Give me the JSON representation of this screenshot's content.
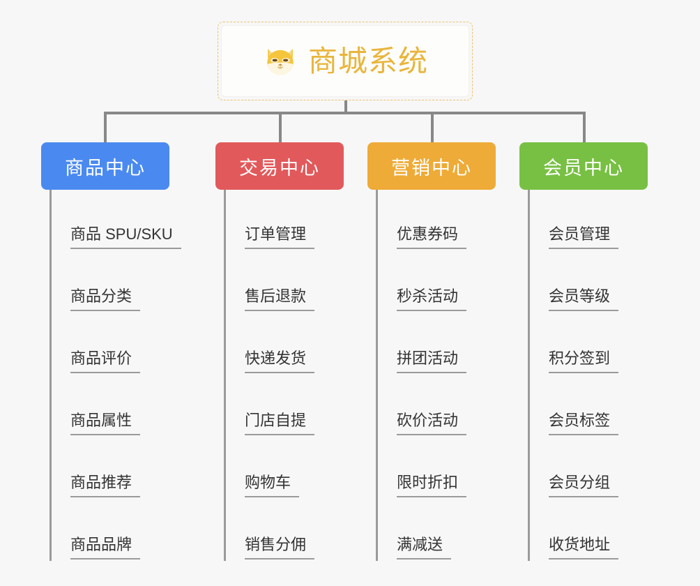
{
  "diagram": {
    "title": "商城系统",
    "root_icon": "shiba-dog-icon",
    "background_color": "#f7f7f7",
    "title_text_color": "#e9b53c",
    "title_border_color": "#edc06a",
    "connector_color": "#888888",
    "branches": [
      {
        "label": "商品中心",
        "color": "#4a8af0",
        "items": [
          "商品 SPU/SKU",
          "商品分类",
          "商品评价",
          "商品属性",
          "商品推荐",
          "商品品牌"
        ]
      },
      {
        "label": "交易中心",
        "color": "#e2595b",
        "items": [
          "订单管理",
          "售后退款",
          "快递发货",
          "门店自提",
          "购物车",
          "销售分佣"
        ]
      },
      {
        "label": "营销中心",
        "color": "#eeab37",
        "items": [
          "优惠券码",
          "秒杀活动",
          "拼团活动",
          "砍价活动",
          "限时折扣",
          "满减送"
        ]
      },
      {
        "label": "会员中心",
        "color": "#78c043",
        "items": [
          "会员管理",
          "会员等级",
          "积分签到",
          "会员标签",
          "会员分组",
          "收货地址"
        ]
      }
    ]
  }
}
